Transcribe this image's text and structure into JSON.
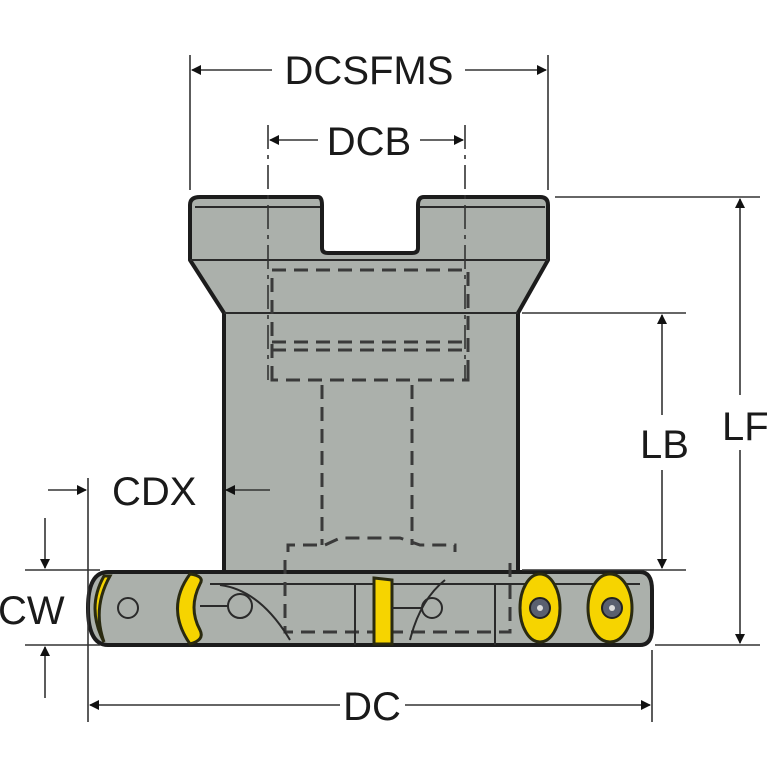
{
  "dimensions": {
    "dcsfms": "DCSFMS",
    "dcb": "DCB",
    "lf": "LF",
    "lb": "LB",
    "cdx": "CDX",
    "cw": "CW",
    "dc": "DC"
  },
  "colors": {
    "body": "#abb0ab",
    "insert": "#f6d400",
    "line": "#1c1c1c"
  }
}
